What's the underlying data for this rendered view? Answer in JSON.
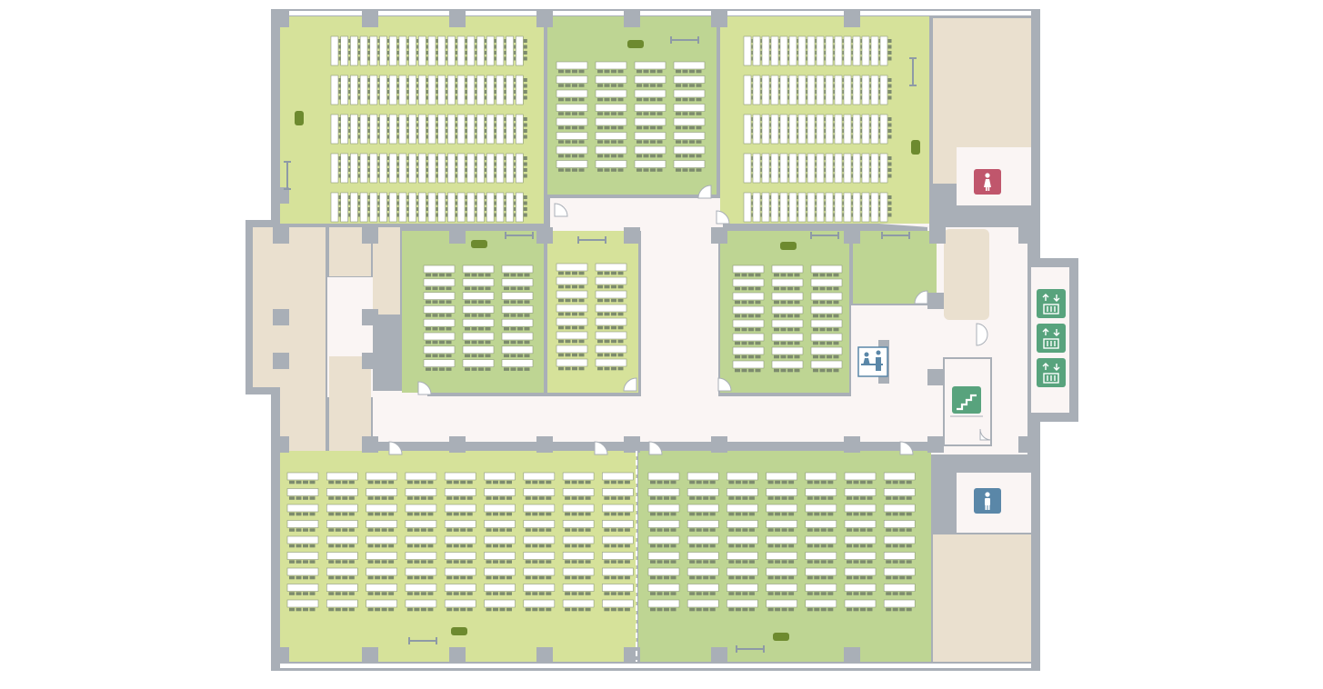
{
  "colors": {
    "wall": "#a9afb7",
    "corridor": "#faf5f4",
    "room_light_green": "#d6e29a",
    "room_mid_green": "#bed593",
    "service": "#eae0cf",
    "desk": "#ffffff",
    "desk_edge": "#8e9a7e",
    "chair": "#7d8b6e",
    "lectern": "#6d8a2f",
    "women_sign": "#c0566c",
    "men_sign": "#5a87a8",
    "elevator_sign": "#58a37d",
    "stairs_sign": "#58a37d",
    "reception_sign_border": "#5a87a8"
  },
  "rooms": [
    {
      "id": "room-top-left",
      "layout": "classroom",
      "rows": 5,
      "seats_per_row": 20,
      "color": "room_light_green"
    },
    {
      "id": "room-top-middle",
      "layout": "desks",
      "rows": 8,
      "columns": 4,
      "color": "room_mid_green"
    },
    {
      "id": "room-top-right",
      "layout": "classroom",
      "rows": 5,
      "seats_per_row": 16,
      "color": "room_light_green"
    },
    {
      "id": "room-middle-left",
      "layout": "desks",
      "rows": 8,
      "columns": 3,
      "color": "room_mid_green"
    },
    {
      "id": "room-middle-narrow",
      "layout": "desks",
      "rows": 8,
      "columns": 2,
      "color": "room_light_green"
    },
    {
      "id": "room-middle-right",
      "layout": "desks",
      "rows": 8,
      "columns": 3,
      "color": "room_mid_green"
    },
    {
      "id": "room-bottom-left",
      "layout": "classroom",
      "rows": 9,
      "columns": 9,
      "color": "room_light_green"
    },
    {
      "id": "room-bottom-right",
      "layout": "classroom",
      "rows": 9,
      "columns": 7,
      "color": "room_mid_green"
    }
  ],
  "facilities": [
    {
      "id": "womens-restroom",
      "icon": "female-icon",
      "color": "women_sign"
    },
    {
      "id": "mens-restroom",
      "icon": "male-icon",
      "color": "men_sign"
    },
    {
      "id": "elevator-1",
      "icon": "elevator-icon",
      "color": "elevator_sign"
    },
    {
      "id": "elevator-2",
      "icon": "elevator-icon",
      "color": "elevator_sign"
    },
    {
      "id": "elevator-3",
      "icon": "elevator-icon",
      "color": "elevator_sign"
    },
    {
      "id": "stairs",
      "icon": "stairs-icon",
      "color": "stairs_sign"
    },
    {
      "id": "reception",
      "icon": "reception-icon",
      "color": "reception_sign_border"
    }
  ]
}
